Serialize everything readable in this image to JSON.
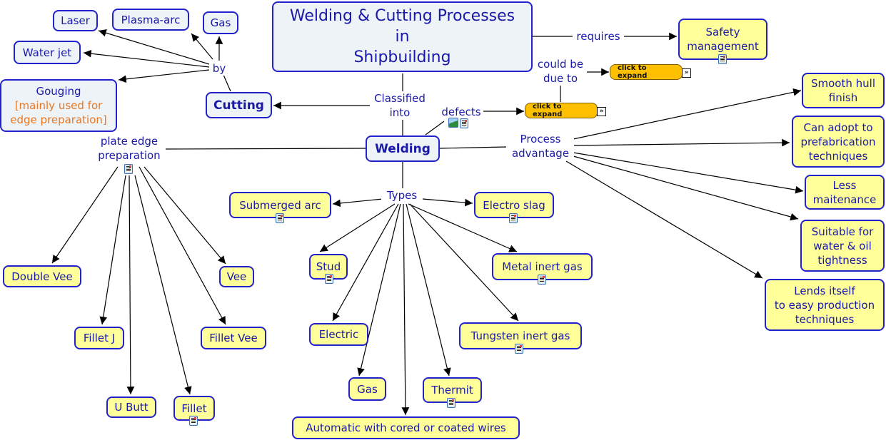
{
  "title": "Welding & Cutting Processes in Shipbuilding",
  "root": {
    "lines": [
      "Welding & Cutting Processes",
      "in",
      "Shipbuilding"
    ]
  },
  "links": {
    "requires": "requires",
    "could_be_due_to": [
      "could be",
      "due to"
    ],
    "classified_into": [
      "Classified",
      "into"
    ],
    "defects": "defects",
    "by": "by",
    "plate_edge_preparation": [
      "plate edge",
      "preparation"
    ],
    "types": "Types",
    "process_advantage": [
      "Process",
      "advantage"
    ]
  },
  "concepts": {
    "safety_management": [
      "Safety",
      "management"
    ],
    "cutting": "Cutting",
    "welding": "Welding",
    "laser": "Laser",
    "plasma_arc": "Plasma-arc",
    "gas_cutting": "Gas",
    "water_jet": "Water jet",
    "gouging": "Gouging",
    "gouging_note": [
      "[mainly used for",
      "edge preparation]"
    ]
  },
  "expanders": {
    "defects_expand": "click to expand",
    "cause_expand": "click to expand",
    "chevron": "»"
  },
  "edge_preparation": [
    "Double Vee",
    "Fillet J",
    "U Butt",
    "Fillet",
    "Fillet Vee",
    "Vee"
  ],
  "welding_types": [
    "Submerged arc",
    "Electro slag",
    "Stud",
    "Metal inert gas",
    "Electric",
    "Tungsten inert gas",
    "Gas",
    "Thermit",
    "Automatic with cored or coated wires"
  ],
  "advantages": [
    [
      "Smooth hull",
      "finish"
    ],
    [
      "Can adopt to",
      "prefabrication",
      "techniques"
    ],
    [
      "Less",
      "maitenance"
    ],
    [
      "Suitable for",
      "water & oil",
      "tightness"
    ],
    [
      "Lends itself",
      "to easy production",
      "techniques"
    ]
  ],
  "colors": {
    "node_border": "#2222cc",
    "node_text": "#1a1aa8",
    "blue_fill": "#eef3f8",
    "yellow_fill": "#ffff99",
    "note_text": "#e87722",
    "expand_fill": "#fcc000"
  }
}
